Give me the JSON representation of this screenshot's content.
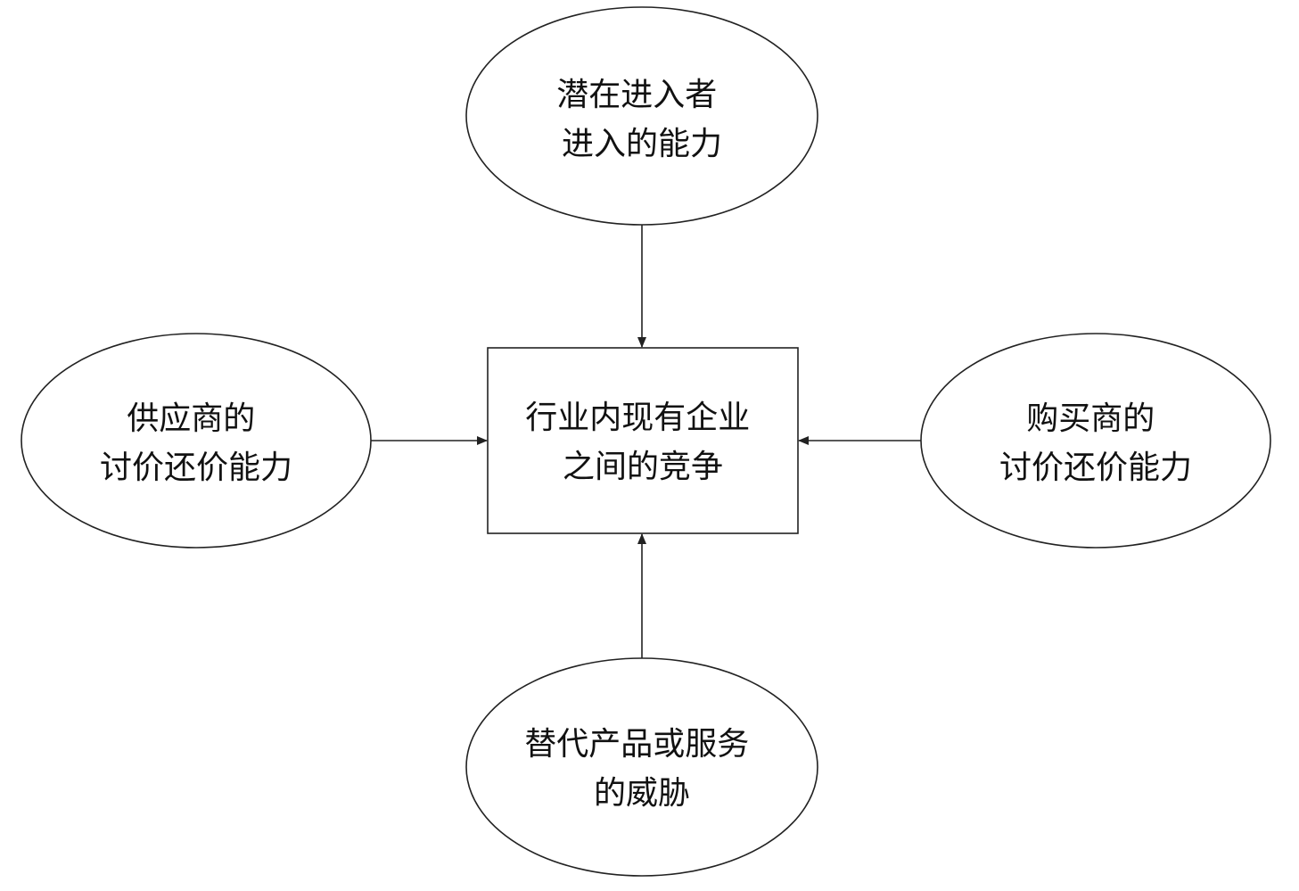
{
  "colors": {
    "stroke": "#222222",
    "text": "#111111",
    "background": "#ffffff"
  },
  "nodes": {
    "center": {
      "lines": [
        "行业内现有企业",
        "之间的竞争"
      ]
    },
    "top": {
      "lines": [
        "潜在进入者",
        "进入的能力"
      ]
    },
    "left": {
      "lines": [
        "供应商的",
        "讨价还价能力"
      ]
    },
    "right": {
      "lines": [
        "购买商的",
        "讨价还价能力"
      ]
    },
    "bottom": {
      "lines": [
        "替代产品或服务",
        "的威胁"
      ]
    }
  }
}
